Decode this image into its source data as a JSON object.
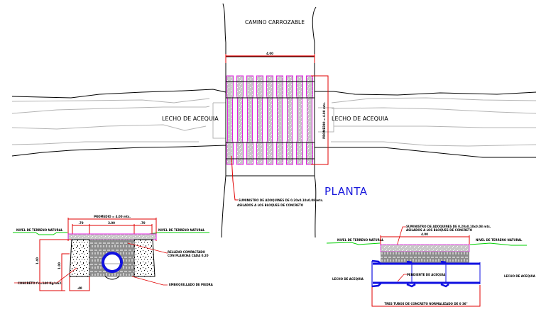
{
  "colors": {
    "background": "#ffffff",
    "outline": "#000000",
    "water_lines": "#b4b4b4",
    "dimension": "#e00000",
    "paver_outline": "#e020e0",
    "paver_fill": "#c8c8c8",
    "pipe": "#1010e0",
    "ground_level": "#00d000",
    "title": "#1a1adc",
    "masonry": "#8c8c8c"
  },
  "plan": {
    "title": "PLANTA",
    "road_label": "CAMINO CARROZABLE",
    "width_dim": "4.00",
    "side_dim": "PROMEDIO = 4.00 mts.",
    "canal_label_left": "LECHO DE ACEQUIA",
    "canal_label_right": "LECHO DE ACEQUIA",
    "paver_note_line1": "SUMINISTRO DE ADOQUINES DE 0.20x0.10x0.08 mts.",
    "paver_note_line2": "ASILADOS A LOS BLOQUES DE CONCRETO",
    "paver_rows": 9
  },
  "section_left": {
    "top_dim": "PROMEDIO = 4.00 mts.",
    "dim_left": ".70",
    "dim_center": "3.00",
    "dim_right": ".70",
    "ground_label_left": "NIVEL DE TERRENO NATURAL",
    "ground_label_right": "NIVEL DE TERRENO NATURAL",
    "height_dim_outer": "1.40",
    "height_dim_inner": "1.00",
    "base_dim": ".40",
    "concrete_note": "CONCRETO f'c=140 Kg/cm2.",
    "fill_note_line1": "RELLENO COMPACTADO",
    "fill_note_line2": "CON PLANCHA CADA 0.20",
    "masonry_note": "EMBOQUILLADO DE PIEDRA"
  },
  "section_right": {
    "paver_note_line1": "SUMINISTRO DE ADOQUINES DE 0.20x0.10x0.08 mts.",
    "paver_note_line2": "ASILADOS A LOS BLOQUES DE CONCRETO",
    "width_dim": "4.00",
    "ground_label_left": "NIVEL DE TERRENO NATURAL",
    "ground_label_right": "NIVEL DE TERRENO NATURAL",
    "slope_note": "PENDIENTE DE ACEQUIA",
    "canal_label_left": "LECHO DE ACEQUIA",
    "canal_label_right": "LECHO DE ACEQUIA",
    "pipe_note": "TRES TUBOS DE CONCRETO NORMALIZADO DE 0 36\""
  }
}
